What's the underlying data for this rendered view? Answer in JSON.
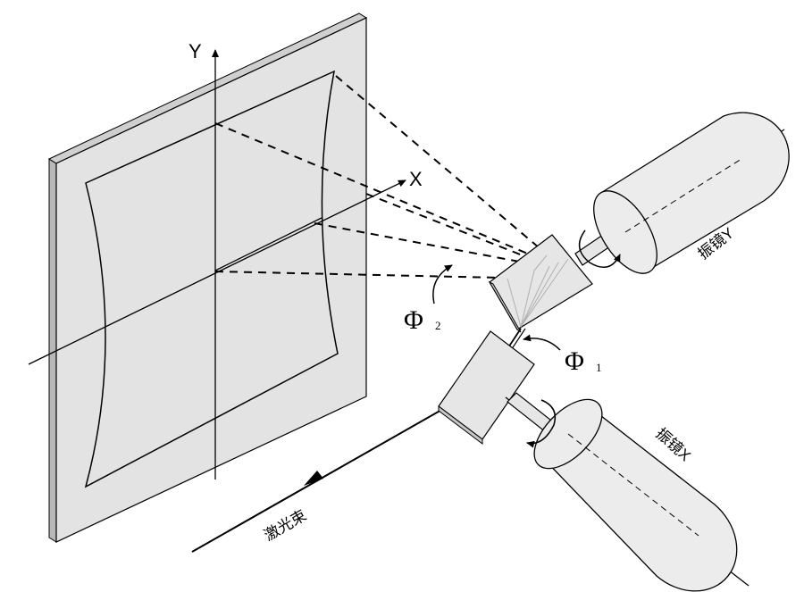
{
  "labels": {
    "axis_y": "Y",
    "axis_x": "X",
    "galvo_y": "振镜Y",
    "galvo_x": "振镜X",
    "laser_beam": "激光束",
    "phi_symbol": "Φ",
    "phi1_sub": "1",
    "phi2_sub": "2"
  },
  "colors": {
    "line": "#000000",
    "screen_fill": "#e3e3e3",
    "screen_edge": "#b8b8b8",
    "mirror_fill": "#e6e6e6",
    "mirror_fill_dark": "#d0d0d0",
    "cylinder_fill": "#ececec",
    "reflection_lines": "#b0b0b0"
  }
}
